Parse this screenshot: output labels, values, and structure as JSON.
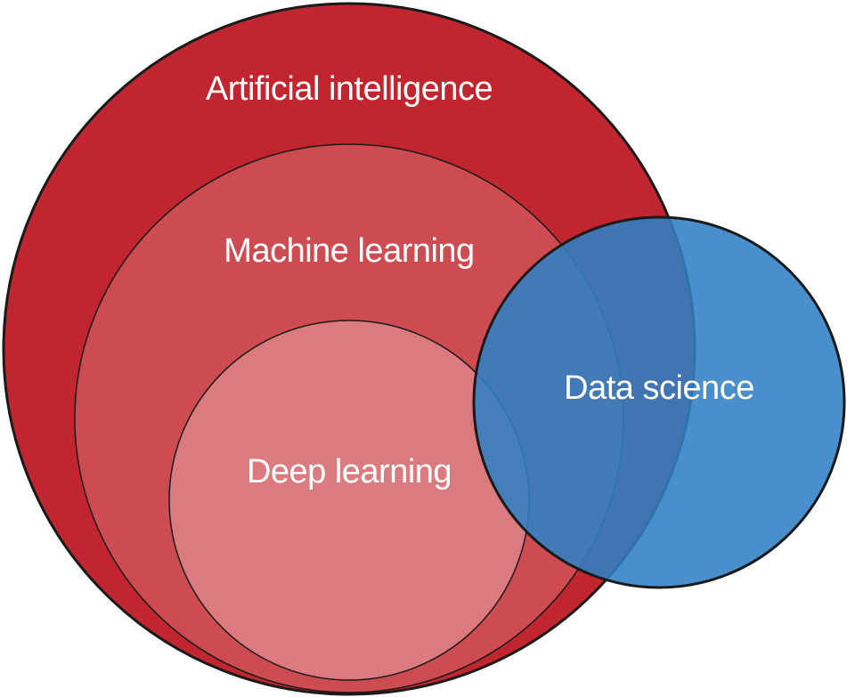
{
  "diagram": {
    "type": "venn",
    "circles": [
      {
        "id": "artificial-intelligence",
        "label": "Artificial intelligence",
        "color": "#c1252f"
      },
      {
        "id": "machine-learning",
        "label": "Machine learning",
        "color": "#cc4c52"
      },
      {
        "id": "deep-learning",
        "label": "Deep learning",
        "color": "#dc7b7f"
      },
      {
        "id": "data-science",
        "label": "Data science",
        "color": "#2f7fc5"
      }
    ],
    "relations": [
      {
        "inner": "machine-learning",
        "outer": "artificial-intelligence",
        "kind": "subset"
      },
      {
        "inner": "deep-learning",
        "outer": "machine-learning",
        "kind": "subset"
      },
      {
        "a": "data-science",
        "b": "artificial-intelligence",
        "kind": "overlap"
      }
    ],
    "outline_color": "#1a1a1a"
  }
}
